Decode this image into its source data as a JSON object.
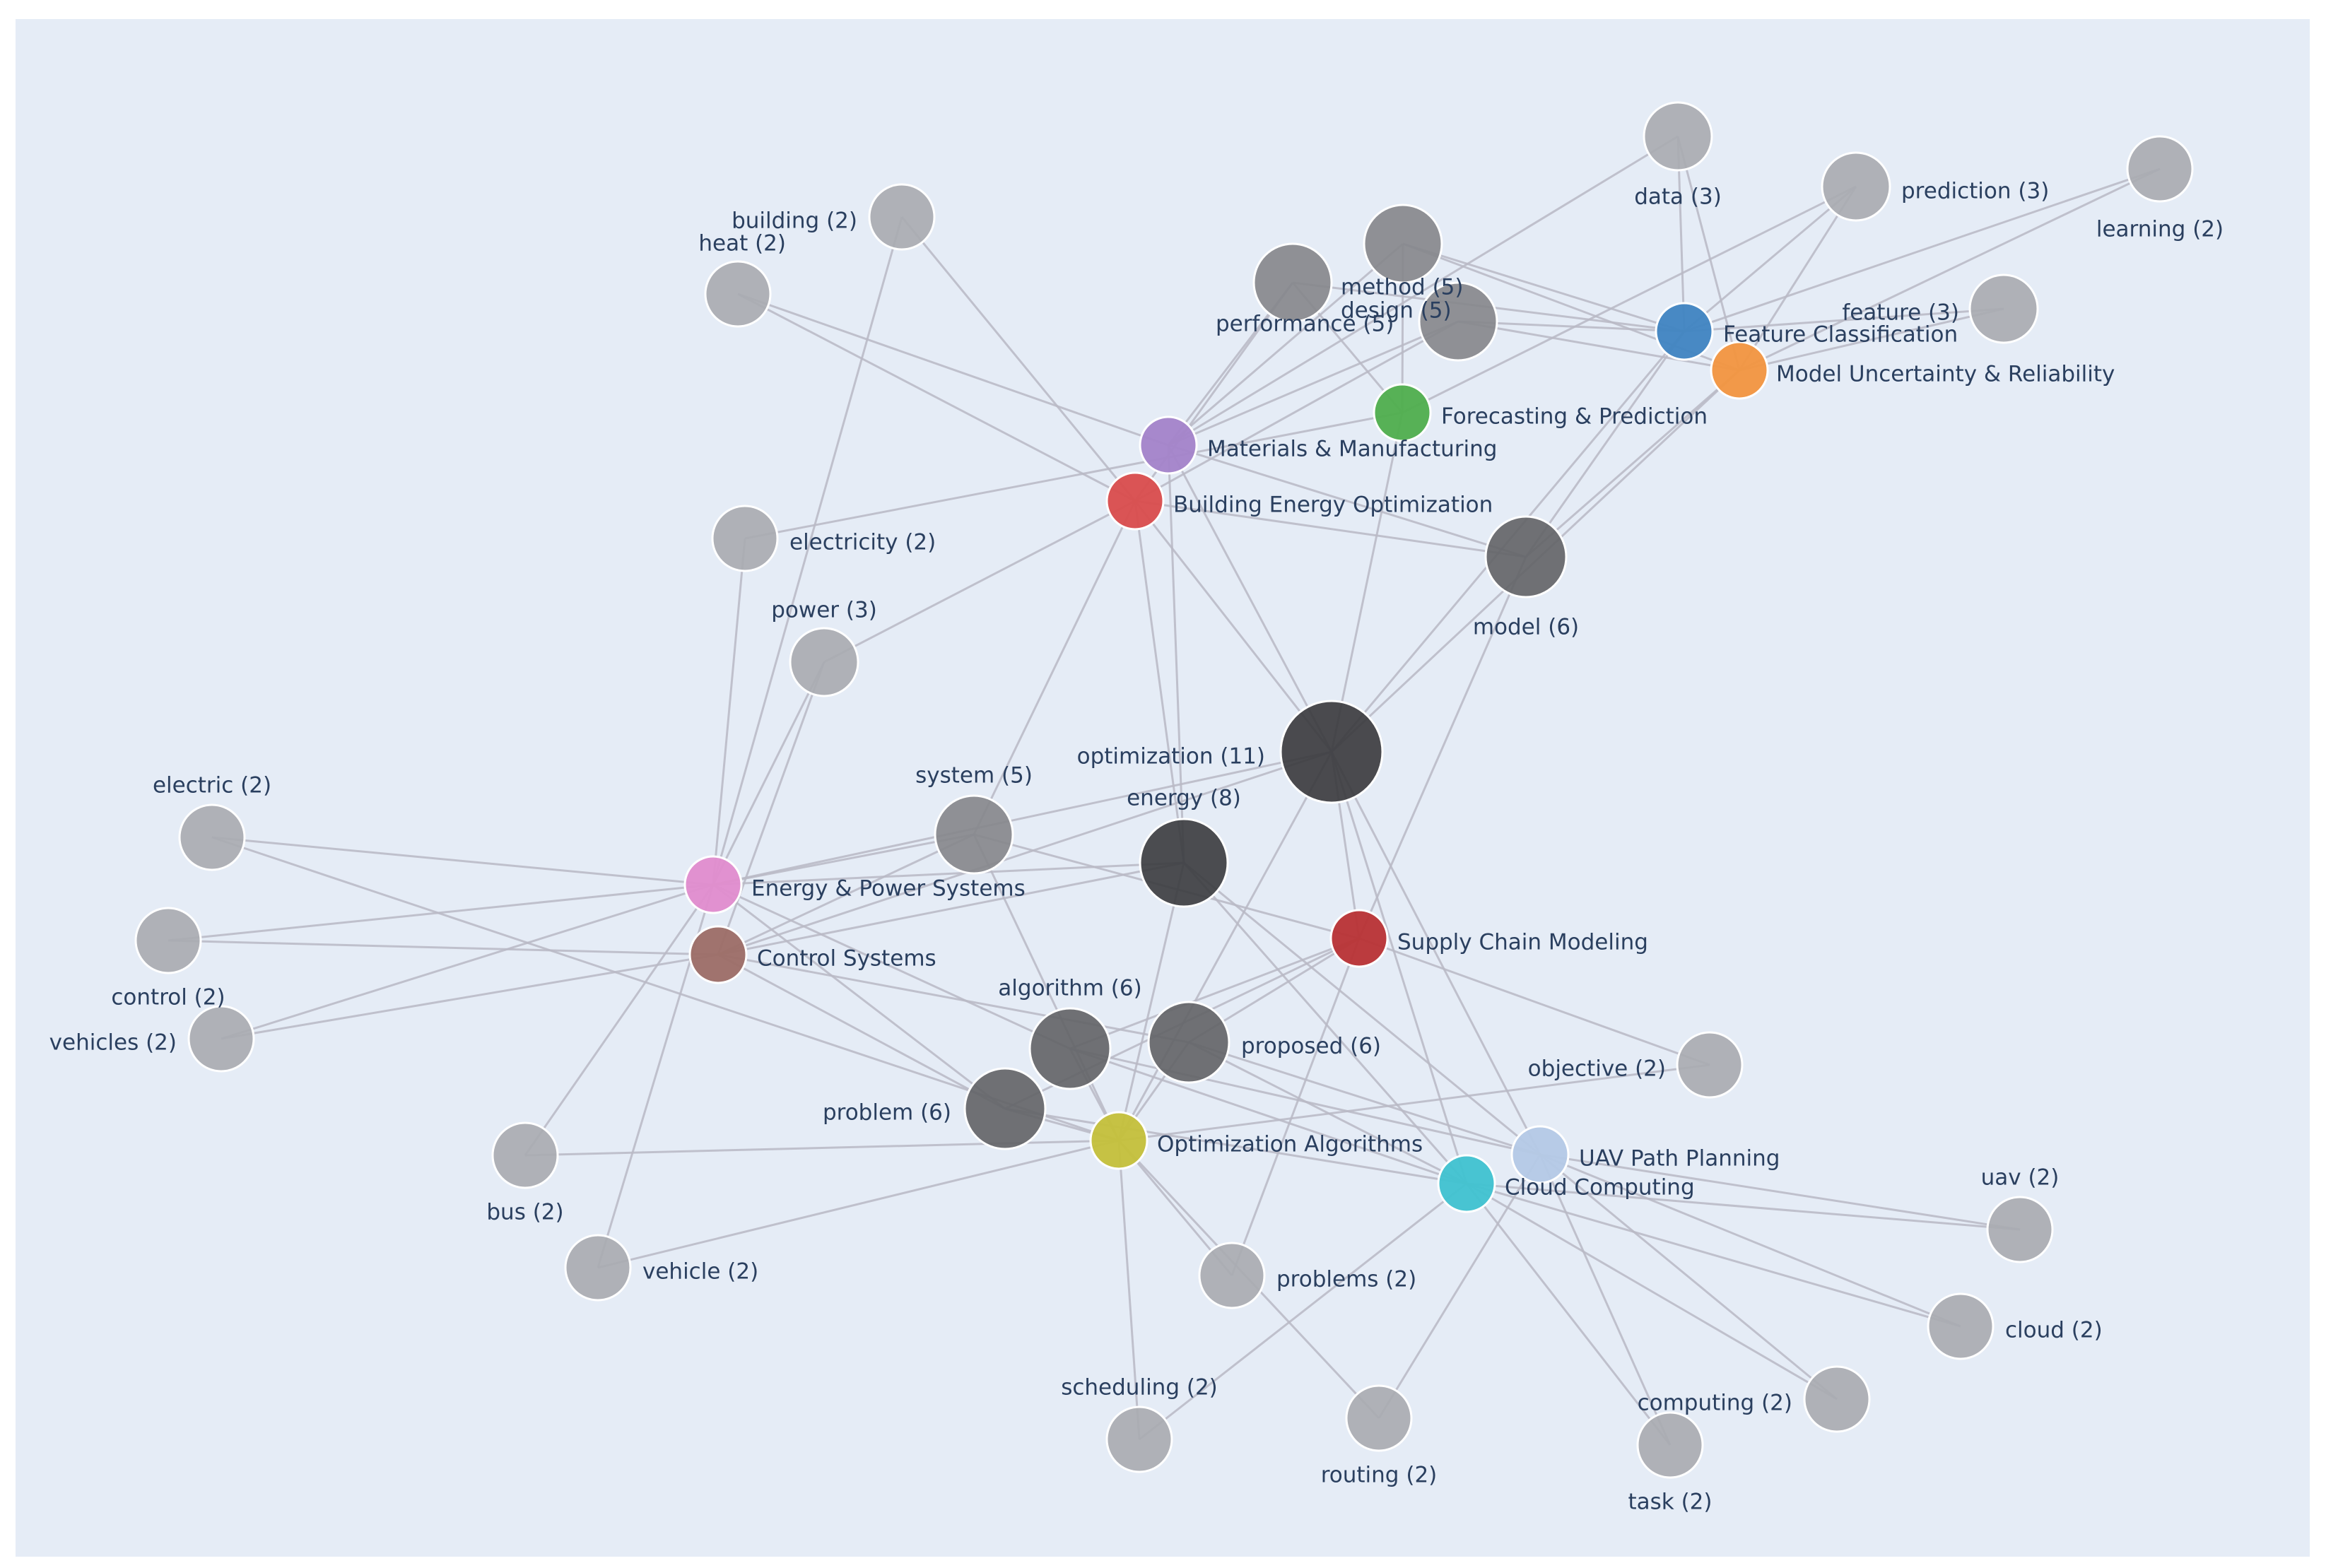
{
  "colors": {
    "background": "#e5ecf6",
    "edge": "#b8b8c4",
    "node_outline": "#ffffff",
    "label": "#2a3f5f"
  },
  "nodes": [
    {
      "id": "data",
      "label": "data (3)",
      "kind": "term",
      "color": "#a9abb0"
    },
    {
      "id": "prediction",
      "label": "prediction (3)",
      "kind": "term",
      "color": "#a9abb0"
    },
    {
      "id": "learning",
      "label": "learning (2)",
      "kind": "term",
      "color": "#a9abb0"
    },
    {
      "id": "building",
      "label": "building (2)",
      "kind": "term",
      "color": "#a9abb0"
    },
    {
      "id": "heat",
      "label": "heat (2)",
      "kind": "term",
      "color": "#a9abb0"
    },
    {
      "id": "method",
      "label": "method (5)",
      "kind": "term",
      "color": "#85868b"
    },
    {
      "id": "performance",
      "label": "performance (5)",
      "kind": "term",
      "color": "#85868b"
    },
    {
      "id": "design",
      "label": "design (5)",
      "kind": "term",
      "color": "#85868b"
    },
    {
      "id": "feature",
      "label": "feature (3)",
      "kind": "term",
      "color": "#a9abb0"
    },
    {
      "id": "feature-classification",
      "label": "Feature Classification",
      "kind": "topic",
      "color": "#3f84c1"
    },
    {
      "id": "model-uncertainty",
      "label": "Model Uncertainty & Reliability",
      "kind": "topic",
      "color": "#f2953f"
    },
    {
      "id": "forecasting",
      "label": "Forecasting & Prediction",
      "kind": "topic",
      "color": "#4fae4d"
    },
    {
      "id": "materials",
      "label": "Materials & Manufacturing",
      "kind": "topic",
      "color": "#a383c9"
    },
    {
      "id": "building-energy",
      "label": "Building Energy Optimization",
      "kind": "topic",
      "color": "#d94c4c"
    },
    {
      "id": "electricity",
      "label": "electricity (2)",
      "kind": "term",
      "color": "#a9abb0"
    },
    {
      "id": "model",
      "label": "model (6)",
      "kind": "term",
      "color": "#626366"
    },
    {
      "id": "power",
      "label": "power (3)",
      "kind": "term",
      "color": "#a9abb0"
    },
    {
      "id": "optimization",
      "label": "optimization (11)",
      "kind": "term",
      "color": "#38393c"
    },
    {
      "id": "electric",
      "label": "electric (2)",
      "kind": "term",
      "color": "#a9abb0"
    },
    {
      "id": "system",
      "label": "system (5)",
      "kind": "term",
      "color": "#85868b"
    },
    {
      "id": "energy",
      "label": "energy (8)",
      "kind": "term",
      "color": "#3a3b3e"
    },
    {
      "id": "energy-power",
      "label": "Energy & Power Systems",
      "kind": "topic",
      "color": "#e08ccd"
    },
    {
      "id": "control",
      "label": "control (2)",
      "kind": "term",
      "color": "#a9abb0"
    },
    {
      "id": "control-systems",
      "label": "Control Systems",
      "kind": "topic",
      "color": "#9c6d66"
    },
    {
      "id": "supply-chain",
      "label": "Supply Chain Modeling",
      "kind": "topic",
      "color": "#b83234"
    },
    {
      "id": "vehicles",
      "label": "vehicles (2)",
      "kind": "term",
      "color": "#a9abb0"
    },
    {
      "id": "algorithm",
      "label": "algorithm (6)",
      "kind": "term",
      "color": "#626366"
    },
    {
      "id": "proposed",
      "label": "proposed (6)",
      "kind": "term",
      "color": "#626366"
    },
    {
      "id": "objective",
      "label": "objective (2)",
      "kind": "term",
      "color": "#a9abb0"
    },
    {
      "id": "problem",
      "label": "problem (6)",
      "kind": "term",
      "color": "#626366"
    },
    {
      "id": "optimization-algorithms",
      "label": "Optimization Algorithms",
      "kind": "topic",
      "color": "#c4c03a"
    },
    {
      "id": "uav-path",
      "label": "UAV Path Planning",
      "kind": "topic",
      "color": "#b4c9e6"
    },
    {
      "id": "cloud-computing",
      "label": "Cloud Computing",
      "kind": "topic",
      "color": "#3fc2d0"
    },
    {
      "id": "bus",
      "label": "bus (2)",
      "kind": "term",
      "color": "#a9abb0"
    },
    {
      "id": "uav",
      "label": "uav (2)",
      "kind": "term",
      "color": "#a9abb0"
    },
    {
      "id": "vehicle",
      "label": "vehicle (2)",
      "kind": "term",
      "color": "#a9abb0"
    },
    {
      "id": "problems",
      "label": "problems (2)",
      "kind": "term",
      "color": "#a9abb0"
    },
    {
      "id": "cloud",
      "label": "cloud (2)",
      "kind": "term",
      "color": "#a9abb0"
    },
    {
      "id": "scheduling",
      "label": "scheduling (2)",
      "kind": "term",
      "color": "#a9abb0"
    },
    {
      "id": "computing",
      "label": "computing (2)",
      "kind": "term",
      "color": "#a9abb0"
    },
    {
      "id": "routing",
      "label": "routing (2)",
      "kind": "term",
      "color": "#a9abb0"
    },
    {
      "id": "task",
      "label": "task (2)",
      "kind": "term",
      "color": "#a9abb0"
    }
  ],
  "edges": [
    [
      "data",
      "feature-classification"
    ],
    [
      "data",
      "model-uncertainty"
    ],
    [
      "data",
      "materials"
    ],
    [
      "prediction",
      "feature-classification"
    ],
    [
      "prediction",
      "model-uncertainty"
    ],
    [
      "prediction",
      "forecasting"
    ],
    [
      "learning",
      "feature-classification"
    ],
    [
      "learning",
      "model-uncertainty"
    ],
    [
      "building",
      "building-energy"
    ],
    [
      "building",
      "energy-power"
    ],
    [
      "heat",
      "building-energy"
    ],
    [
      "heat",
      "materials"
    ],
    [
      "method",
      "feature-classification"
    ],
    [
      "method",
      "model-uncertainty"
    ],
    [
      "method",
      "forecasting"
    ],
    [
      "method",
      "materials"
    ],
    [
      "performance",
      "feature-classification"
    ],
    [
      "performance",
      "forecasting"
    ],
    [
      "performance",
      "materials"
    ],
    [
      "performance",
      "building-energy"
    ],
    [
      "design",
      "feature-classification"
    ],
    [
      "design",
      "model-uncertainty"
    ],
    [
      "design",
      "materials"
    ],
    [
      "design",
      "building-energy"
    ],
    [
      "feature",
      "feature-classification"
    ],
    [
      "feature",
      "model-uncertainty"
    ],
    [
      "electricity",
      "energy-power"
    ],
    [
      "electricity",
      "forecasting"
    ],
    [
      "model",
      "feature-classification"
    ],
    [
      "model",
      "model-uncertainty"
    ],
    [
      "model",
      "materials"
    ],
    [
      "model",
      "building-energy"
    ],
    [
      "model",
      "supply-chain"
    ],
    [
      "power",
      "energy-power"
    ],
    [
      "power",
      "building-energy"
    ],
    [
      "power",
      "control-systems"
    ],
    [
      "optimization",
      "feature-classification"
    ],
    [
      "optimization",
      "model-uncertainty"
    ],
    [
      "optimization",
      "forecasting"
    ],
    [
      "optimization",
      "materials"
    ],
    [
      "optimization",
      "building-energy"
    ],
    [
      "optimization",
      "energy-power"
    ],
    [
      "optimization",
      "optimization-algorithms"
    ],
    [
      "optimization",
      "uav-path"
    ],
    [
      "optimization",
      "cloud-computing"
    ],
    [
      "optimization",
      "supply-chain"
    ],
    [
      "optimization",
      "control-systems"
    ],
    [
      "electric",
      "energy-power"
    ],
    [
      "electric",
      "optimization-algorithms"
    ],
    [
      "system",
      "energy-power"
    ],
    [
      "system",
      "building-energy"
    ],
    [
      "system",
      "supply-chain"
    ],
    [
      "system",
      "control-systems"
    ],
    [
      "system",
      "optimization-algorithms"
    ],
    [
      "energy",
      "energy-power"
    ],
    [
      "energy",
      "building-energy"
    ],
    [
      "energy",
      "materials"
    ],
    [
      "energy",
      "control-systems"
    ],
    [
      "energy",
      "uav-path"
    ],
    [
      "energy",
      "cloud-computing"
    ],
    [
      "energy",
      "optimization-algorithms"
    ],
    [
      "control",
      "control-systems"
    ],
    [
      "control",
      "energy-power"
    ],
    [
      "vehicles",
      "control-systems"
    ],
    [
      "vehicles",
      "energy-power"
    ],
    [
      "algorithm",
      "optimization-algorithms"
    ],
    [
      "algorithm",
      "uav-path"
    ],
    [
      "algorithm",
      "cloud-computing"
    ],
    [
      "algorithm",
      "energy-power"
    ],
    [
      "algorithm",
      "supply-chain"
    ],
    [
      "proposed",
      "optimization-algorithms"
    ],
    [
      "proposed",
      "uav-path"
    ],
    [
      "proposed",
      "cloud-computing"
    ],
    [
      "proposed",
      "supply-chain"
    ],
    [
      "proposed",
      "control-systems"
    ],
    [
      "objective",
      "optimization-algorithms"
    ],
    [
      "objective",
      "supply-chain"
    ],
    [
      "problem",
      "optimization-algorithms"
    ],
    [
      "problem",
      "cloud-computing"
    ],
    [
      "problem",
      "supply-chain"
    ],
    [
      "problem",
      "control-systems"
    ],
    [
      "problem",
      "energy-power"
    ],
    [
      "bus",
      "optimization-algorithms"
    ],
    [
      "bus",
      "energy-power"
    ],
    [
      "uav",
      "uav-path"
    ],
    [
      "uav",
      "cloud-computing"
    ],
    [
      "vehicle",
      "optimization-algorithms"
    ],
    [
      "vehicle",
      "energy-power"
    ],
    [
      "problems",
      "optimization-algorithms"
    ],
    [
      "problems",
      "supply-chain"
    ],
    [
      "cloud",
      "cloud-computing"
    ],
    [
      "cloud",
      "uav-path"
    ],
    [
      "scheduling",
      "cloud-computing"
    ],
    [
      "scheduling",
      "optimization-algorithms"
    ],
    [
      "computing",
      "cloud-computing"
    ],
    [
      "computing",
      "uav-path"
    ],
    [
      "routing",
      "optimization-algorithms"
    ],
    [
      "routing",
      "uav-path"
    ],
    [
      "task",
      "cloud-computing"
    ],
    [
      "task",
      "uav-path"
    ]
  ]
}
